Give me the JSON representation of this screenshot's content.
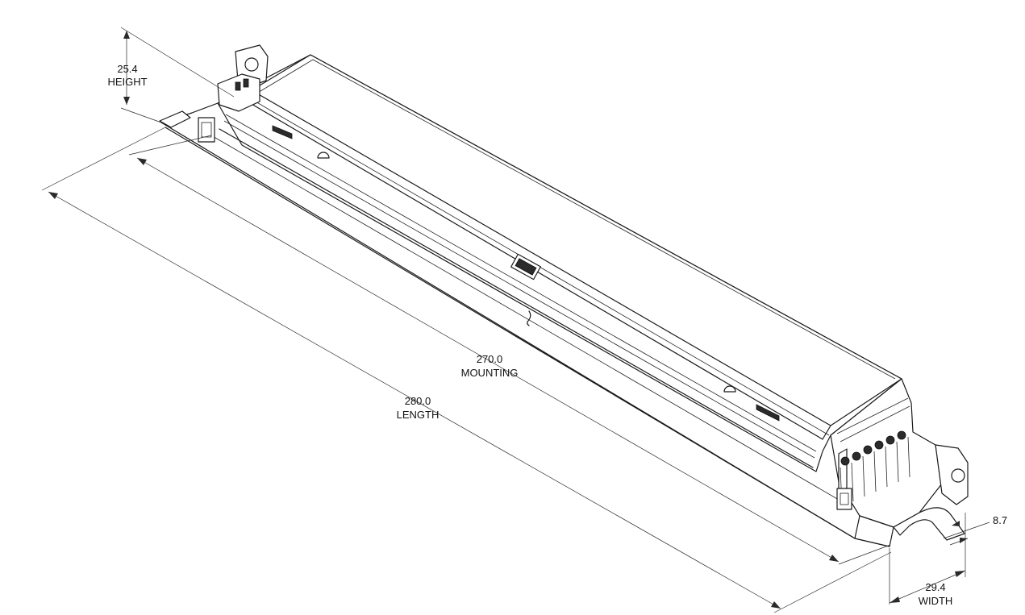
{
  "dimensions": {
    "height": {
      "value": "25.4",
      "label": "HEIGHT"
    },
    "mounting": {
      "value": "270.0",
      "label": "MOUNTING"
    },
    "length": {
      "value": "280.0",
      "label": "LENGTH"
    },
    "width": {
      "value": "29.4",
      "label": "WIDTH"
    },
    "slot": {
      "value": "8.7"
    }
  }
}
